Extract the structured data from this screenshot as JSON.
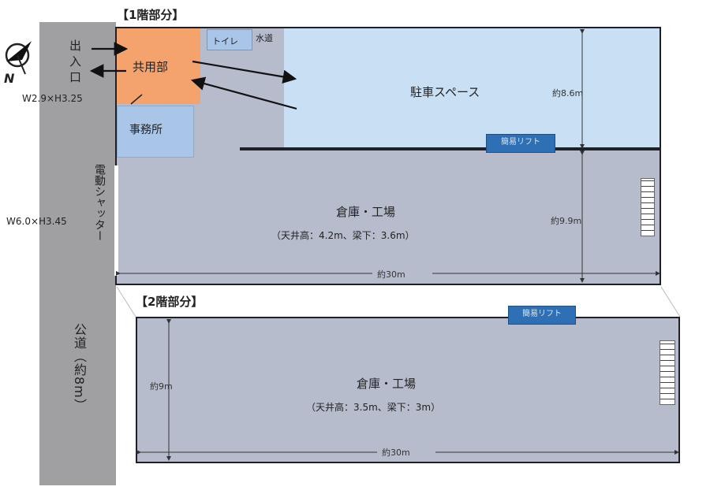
{
  "floor1": {
    "heading": "【1階部分】",
    "entrance": "出入口",
    "entrance_size": "W2.9×H3.25",
    "common": "共用部",
    "toilet": "トイレ",
    "water": "水道",
    "office": "事務所",
    "parking": "駐車スペース",
    "parking_depth": "約8.6m",
    "lift": "簡易リフト",
    "warehouse": "倉庫・工場",
    "warehouse_height": "（天井高：4.2m、梁下：3.6m）",
    "warehouse_depth": "約9.9m",
    "width": "約30m",
    "shutter": "電動シャッター",
    "shutter_size": "W6.0×H3.45"
  },
  "floor2": {
    "heading": "【2階部分】",
    "lift": "簡易リフト",
    "warehouse": "倉庫・工場",
    "warehouse_height": "（天井高：3.5m、梁下：3m）",
    "depth": "約9m",
    "width": "約30m"
  },
  "road": "公道（約8m）",
  "compass": "N",
  "colors": {
    "road": "#a0a0a2",
    "warehouse": "#b7bccc",
    "parking": "#c9dff4",
    "common": "#f4a36c",
    "office": "#a9c6e8",
    "lift": "#2f6fb3"
  },
  "icons": [
    "compass-icon",
    "arrow-icon",
    "stairs-icon"
  ]
}
